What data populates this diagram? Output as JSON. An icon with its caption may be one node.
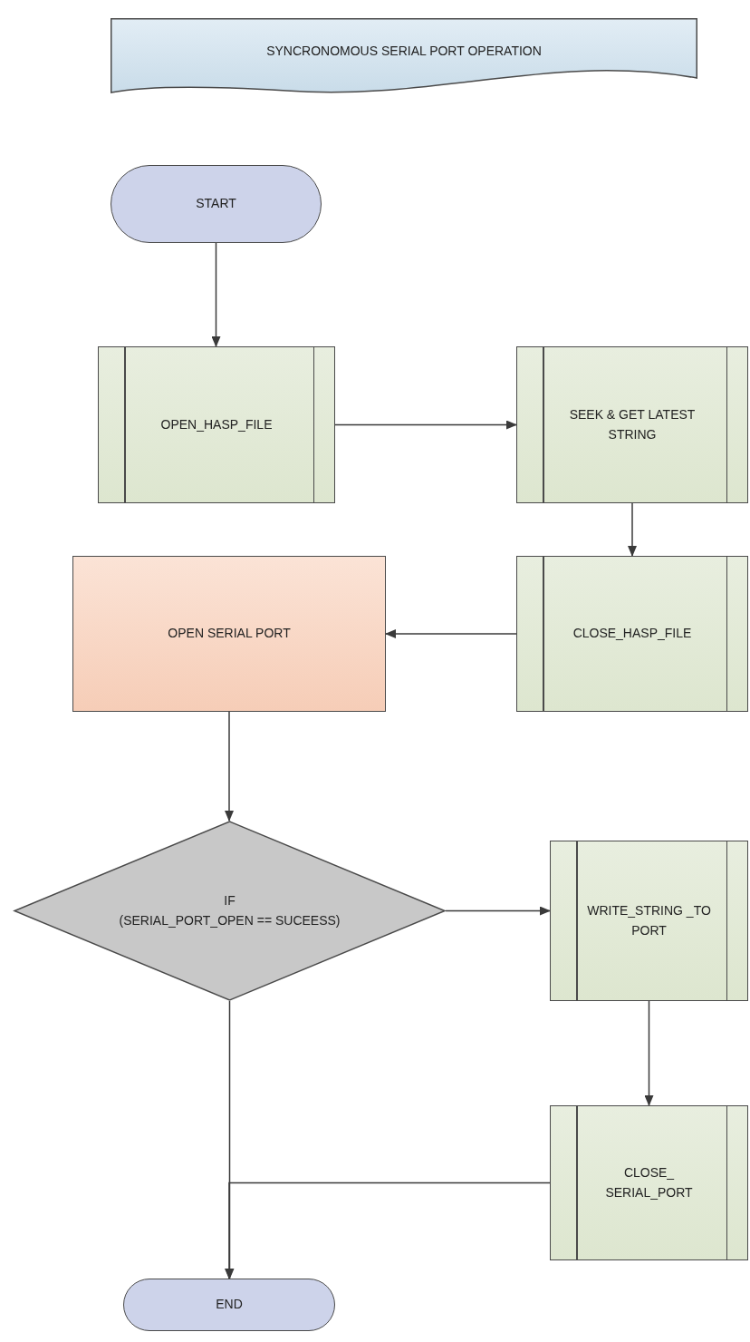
{
  "diagram": {
    "nodes": [
      {
        "text": [
          "SYNCRONOMOUS SERIAL PORT OPERATION"
        ]
      },
      {
        "text": [
          "START"
        ]
      },
      {
        "text": [
          "OPEN_HASP_FILE"
        ]
      },
      {
        "text": [
          "SEEK & GET LATEST STRING"
        ]
      },
      {
        "text": [
          "OPEN SERIAL PORT"
        ]
      },
      {
        "text": [
          "CLOSE_HASP_FILE"
        ]
      },
      {
        "text": [
          "IF",
          "(SERIAL_PORT_OPEN == SUCEESS)"
        ]
      },
      {
        "text": [
          "WRITE_STRING _TO PORT"
        ]
      },
      {
        "text": [
          "CLOSE_ SERIAL_PORT"
        ]
      },
      {
        "text": [
          "END"
        ]
      }
    ],
    "edges": [
      {
        "from": 1,
        "to": 2,
        "arrow": "to"
      },
      {
        "from": 2,
        "to": 3,
        "arrow": "to"
      },
      {
        "from": 3,
        "to": 5,
        "arrow": "to"
      },
      {
        "from": 5,
        "to": 4,
        "arrow": "to"
      },
      {
        "from": 4,
        "to": 6,
        "arrow": "to"
      },
      {
        "from": 6,
        "to": 7,
        "arrow": "to"
      },
      {
        "from": 7,
        "to": 8,
        "arrow": "to"
      },
      {
        "from": 6,
        "to": 9,
        "arrow": "to"
      },
      {
        "from": 8,
        "to": 9,
        "arrow": "to"
      }
    ]
  }
}
